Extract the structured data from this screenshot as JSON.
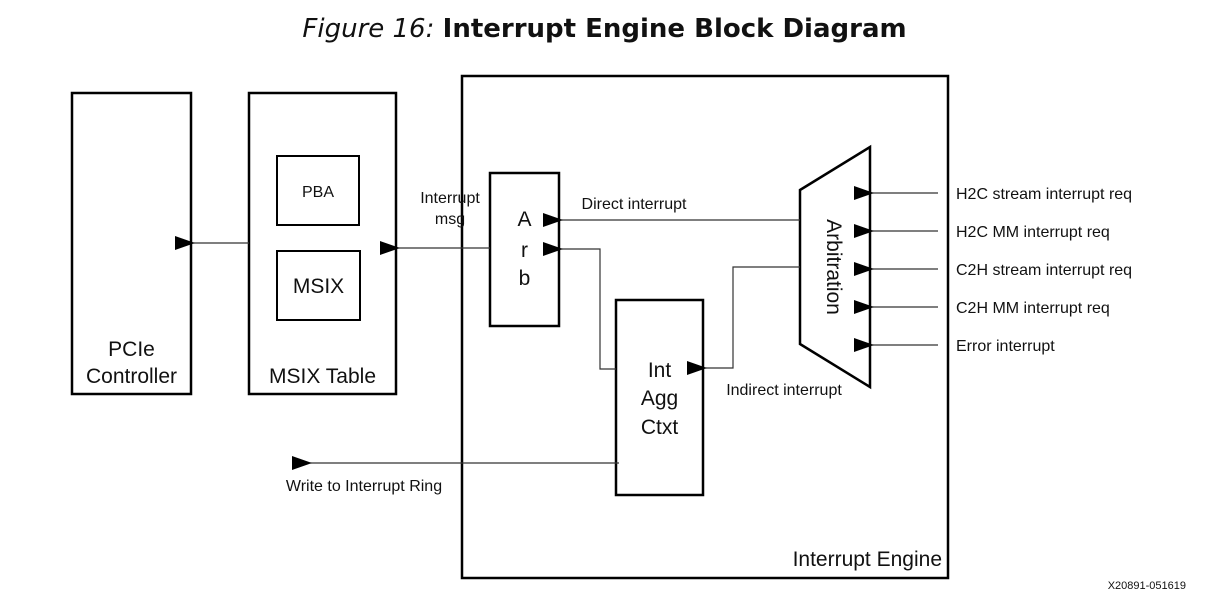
{
  "title": {
    "figure_label": "Figure 16:",
    "name": "Interrupt Engine Block Diagram"
  },
  "blocks": {
    "pcie_controller": {
      "lines": [
        "PCIe",
        "Controller"
      ]
    },
    "msix_table": {
      "label": "MSIX Table"
    },
    "pba": {
      "label": "PBA"
    },
    "msix": {
      "label": "MSIX"
    },
    "interrupt_engine": {
      "label": "Interrupt Engine"
    },
    "arb": {
      "lines": [
        "A",
        "r",
        "b"
      ]
    },
    "arbitration": {
      "label": "Arbitration"
    },
    "int_agg_ctxt": {
      "lines": [
        "Int",
        "Agg",
        "Ctxt"
      ]
    }
  },
  "signals": {
    "interrupt_msg": [
      "Interrupt",
      "msg"
    ],
    "direct_interrupt": "Direct interrupt",
    "indirect_interrupt": "Indirect interrupt",
    "write_to_ring": "Write to Interrupt Ring"
  },
  "inputs": [
    "H2C stream interrupt req",
    "H2C MM interrupt req",
    "C2H stream interrupt req",
    "C2H MM interrupt req",
    "Error interrupt"
  ],
  "figure_id": "X20891-051619"
}
